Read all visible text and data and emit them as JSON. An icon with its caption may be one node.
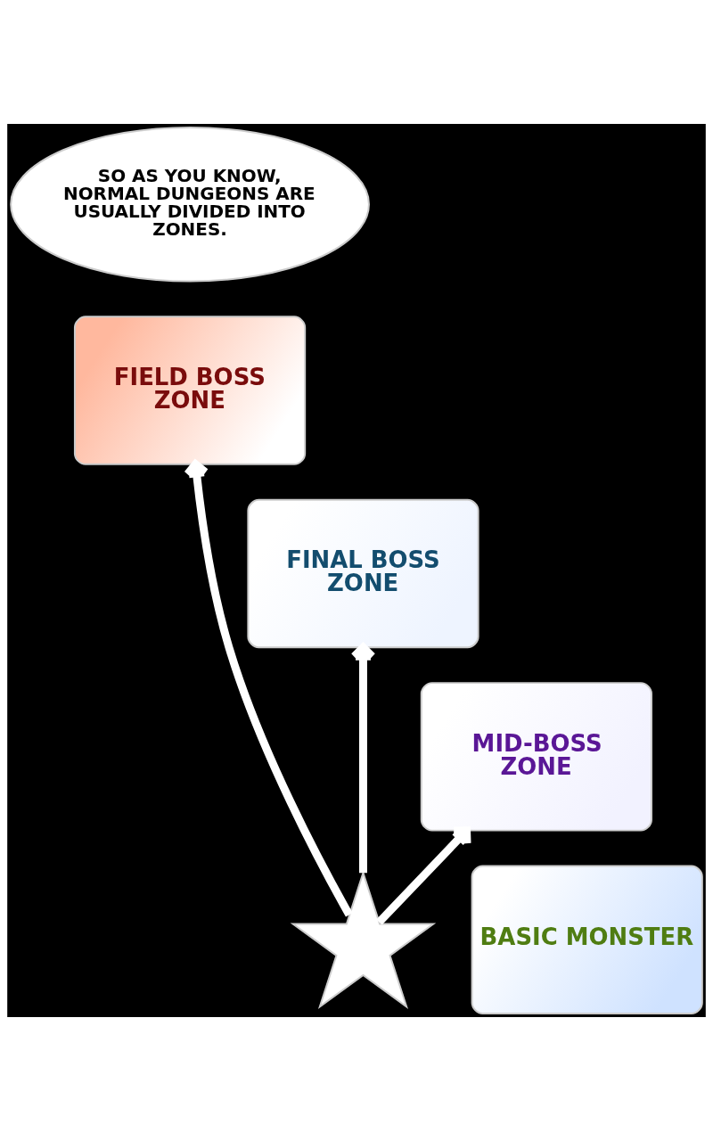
{
  "diagram": {
    "nodes": [
      {
        "text": [
          "SO AS YOU KNOW, NORMAL DUNGEONS ARE USUALLY DIVIDED INTO ZONES."
        ]
      },
      {
        "text": [
          "FIELD BOSS ZONE"
        ]
      },
      {
        "text": [
          "FINAL BOSS ZONE"
        ]
      },
      {
        "text": [
          "MID-BOSS ZONE"
        ]
      },
      {
        "text": [],
        "shape": "star"
      },
      {
        "text": [
          "BASIC MONSTER"
        ]
      }
    ],
    "edges": [
      {
        "from": 4,
        "to": 1,
        "arrow": "to"
      },
      {
        "from": 4,
        "to": 3,
        "arrow": "to"
      },
      {
        "from": 4,
        "to": 2,
        "arrow": "to"
      }
    ]
  }
}
